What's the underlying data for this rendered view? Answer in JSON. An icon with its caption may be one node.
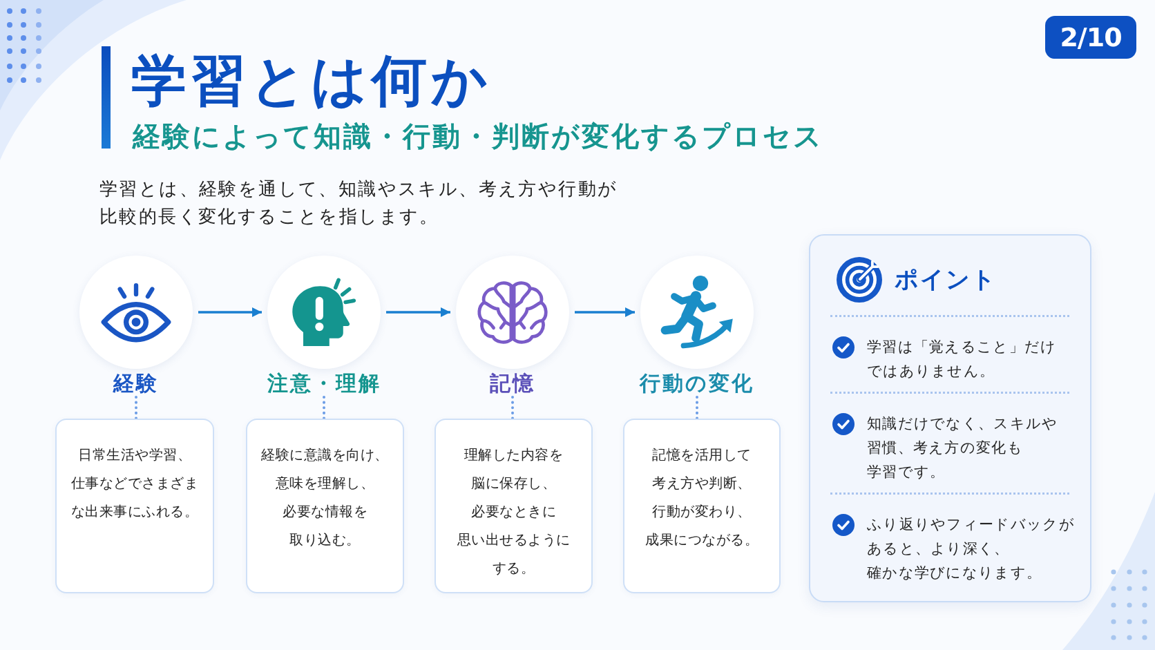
{
  "diagram": {
    "title": "学習とは何か",
    "nodes": [
      {
        "text": [
          "2/10"
        ]
      },
      {
        "text": [
          "経験"
        ]
      },
      {
        "text": [
          "注意・理解"
        ]
      },
      {
        "text": [
          "記憶"
        ]
      },
      {
        "text": [
          "行動の変化"
        ]
      },
      {
        "text": [
          "日常生活や学習、仕事などでさまざまな出来事にふれる。"
        ]
      },
      {
        "text": [
          "経験に意識を向け、意味を理解し、必要な情報を取り込む。"
        ]
      },
      {
        "text": [
          "理解した内容を脳に保存し、必要なときに思い出せるようにする。"
        ]
      },
      {
        "text": [
          "記憶を活用して考え方や判断、行動が変わり、成果につながる。"
        ]
      },
      {
        "text": [
          "ポイント",
          "学習は「覚えること」だけではありません。",
          "知識だけでなく、スキルや習慣、考え方の変化も学習です。",
          "ふり返りやフィードバックがあると、より深く、確かな学びになります。"
        ]
      }
    ],
    "edges": [
      {
        "from": 1,
        "to": 2,
        "arrow": "to",
        "color": "#1a7fd0"
      },
      {
        "from": 2,
        "to": 3,
        "arrow": "to",
        "color": "#1a7fd0"
      },
      {
        "from": 3,
        "to": 4,
        "arrow": "to",
        "color": "#1a7fd0"
      },
      {
        "from": 1,
        "to": 5,
        "arrow": "none",
        "style": "dashed"
      },
      {
        "from": 2,
        "to": 6,
        "arrow": "none",
        "style": "dashed"
      },
      {
        "from": 3,
        "to": 7,
        "arrow": "none",
        "style": "dashed"
      },
      {
        "from": 4,
        "to": 8,
        "arrow": "none",
        "style": "dashed"
      }
    ],
    "labels": [
      "経験によって知識・行動・判断が変化するプロセス",
      "学習とは、経験を通して、知識やスキル、考え方や行動が比較的長く変化することを指します。"
    ]
  }
}
